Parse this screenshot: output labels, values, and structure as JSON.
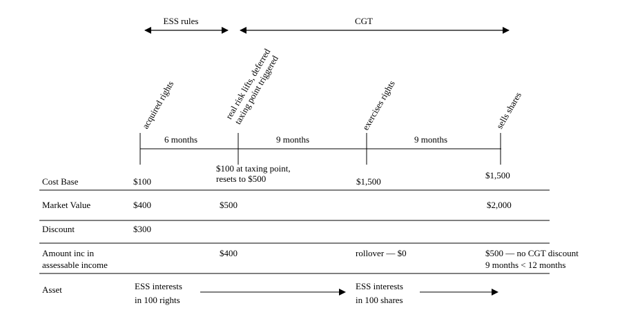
{
  "timeline": {
    "ranges": {
      "ess": "ESS rules",
      "cgt": "CGT"
    },
    "events": [
      {
        "lines": [
          "acquired rights"
        ]
      },
      {
        "lines": [
          "real risk lifts, deferred",
          "taxing point triggered"
        ]
      },
      {
        "lines": [
          "exercises rights"
        ]
      },
      {
        "lines": [
          "sells shares"
        ]
      }
    ],
    "intervals": [
      "6 months",
      "9 months",
      "9 months"
    ]
  },
  "table": {
    "rows": [
      {
        "label": [
          "Cost Base"
        ],
        "cells": [
          [
            "$100"
          ],
          [
            "$100 at taxing point,",
            "resets to $500"
          ],
          [
            "$1,500"
          ],
          [
            "$1,500"
          ]
        ]
      },
      {
        "label": [
          "Market Value"
        ],
        "cells": [
          [
            "$400"
          ],
          [
            "$500"
          ],
          [],
          [
            "$2,000"
          ]
        ]
      },
      {
        "label": [
          "Discount"
        ],
        "cells": [
          [
            "$300"
          ],
          [],
          [],
          []
        ]
      },
      {
        "label": [
          "Amount inc in",
          "assessable income"
        ],
        "cells": [
          [],
          [
            "$400"
          ],
          [
            "rollover — $0"
          ],
          [
            "$500 —  no CGT discount",
            "9 months < 12 months"
          ]
        ]
      },
      {
        "label": [
          "Asset"
        ],
        "cells": [
          [
            "ESS interests",
            "in 100 rights"
          ],
          [],
          [
            "ESS interests",
            "in 100 shares"
          ],
          []
        ]
      }
    ]
  }
}
